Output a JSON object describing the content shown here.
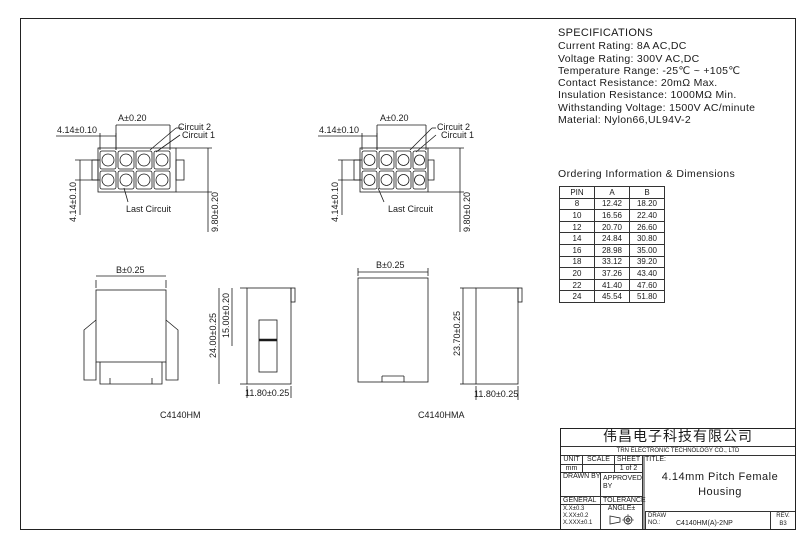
{
  "specs": {
    "heading": "SPECIFICATIONS",
    "lines": [
      "Current Rating: 8A AC,DC",
      "Voltage Rating: 300V AC,DC",
      "Temperature Range: -25℃ ~ +105℃",
      "Contact Resistance: 20mΩ Max.",
      "Insulation Resistance: 1000MΩ Min.",
      "Withstanding Voltage: 1500V AC/minute",
      "Material: Nylon66,UL94V-2"
    ]
  },
  "ordering": {
    "title": "Ordering Information & Dimensions",
    "headers": [
      "PIN",
      "A",
      "B"
    ],
    "rows": [
      [
        "8",
        "12.42",
        "18.20"
      ],
      [
        "10",
        "16.56",
        "22.40"
      ],
      [
        "12",
        "20.70",
        "26.60"
      ],
      [
        "14",
        "24.84",
        "30.80"
      ],
      [
        "16",
        "28.98",
        "35.00"
      ],
      [
        "18",
        "33.12",
        "39.20"
      ],
      [
        "20",
        "37.26",
        "43.40"
      ],
      [
        "22",
        "41.40",
        "47.60"
      ],
      [
        "24",
        "45.54",
        "51.80"
      ]
    ]
  },
  "drawing": {
    "a_dim": "A±0.20",
    "pitch_h": "4.14±0.10",
    "pitch_v": "4.14±0.10",
    "circuit2": "Circuit 2",
    "circuit1": "Circuit 1",
    "last_circuit": "Last Circuit",
    "height_front": "9.80±0.20",
    "b_dim": "B±0.25",
    "side_h1": "24.00±0.25",
    "side_h2": "15.00±0.20",
    "side_w": "11.80±0.25",
    "side_h_alt": "23.70±0.25",
    "label_left": "C4140HM",
    "label_right": "C4140HMA"
  },
  "titleblock": {
    "company_cn": "伟昌电子科技有限公司",
    "company_en": "TRN ELECTRONIC TECHNOLOGY CO., LTD",
    "unit": "UNIT",
    "scale": "SCALE",
    "sheet": "SHEET",
    "title_label": "TITLE:",
    "unit_val": "mm",
    "sheet_val": "1 of 2",
    "drawn_by": "DRAWN BY",
    "approved_by": "APPROVED BY",
    "title_line1": "4.14mm Pitch Female",
    "title_line2": "Housing",
    "general": "GENERAL",
    "tolerance": "TOLERANCE",
    "angle": "ANGLE±",
    "tol1": "X.X±0.3",
    "tol2": "X.XX±0.2",
    "tol3": "X.XXX±0.1",
    "draw_no_label": "DRAW NO.:",
    "draw_no": "C4140HM(A)-2NP",
    "rev_label": "REV.",
    "rev_val": "B3"
  }
}
